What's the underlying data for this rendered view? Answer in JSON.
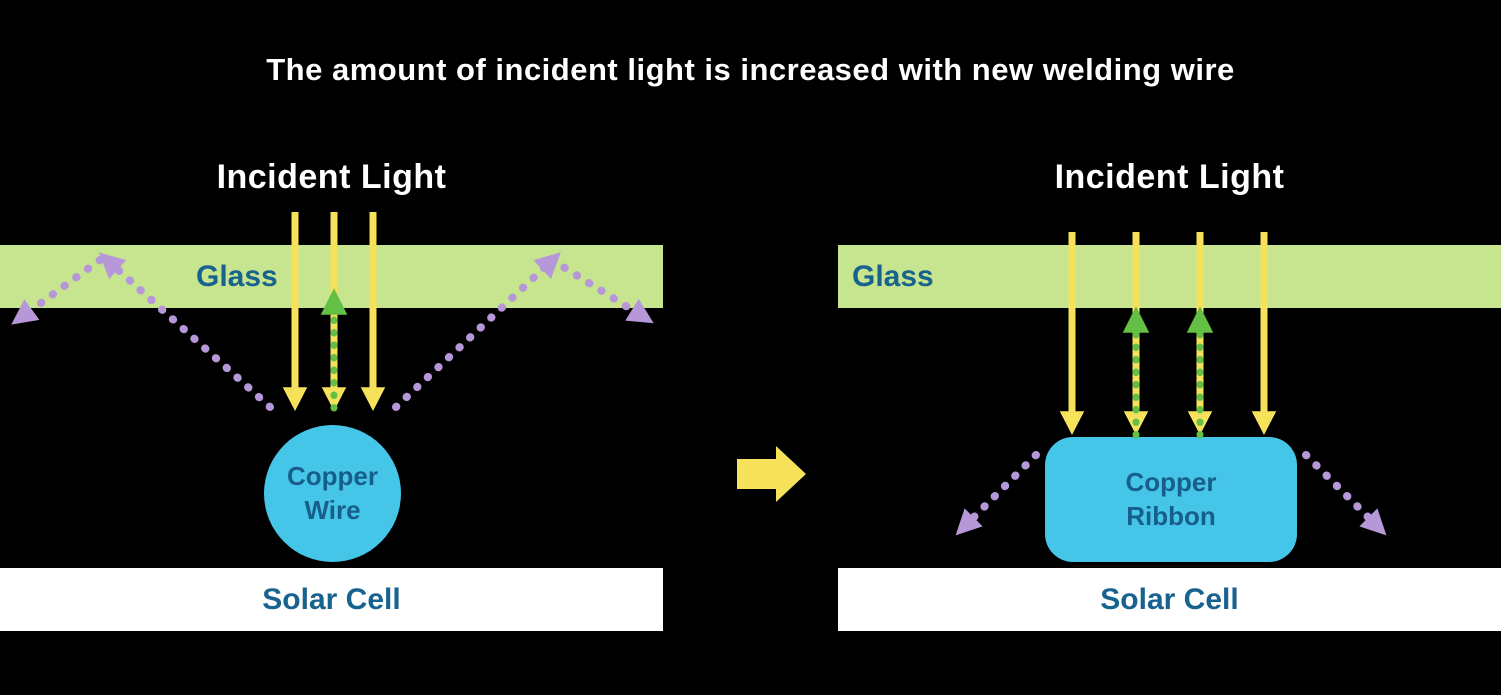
{
  "title": "The amount of incident light is increased with new welding wire",
  "left_panel": {
    "heading": "Incident Light",
    "glass_label": "Glass",
    "component_label_line1": "Copper",
    "component_label_line2": "Wire",
    "solar_label": "Solar Cell"
  },
  "right_panel": {
    "heading": "Incident Light",
    "glass_label": "Glass",
    "component_label_line1": "Copper",
    "component_label_line2": "Ribbon",
    "solar_label": "Solar Cell"
  },
  "colors": {
    "background": "#000000",
    "title_text": "#ffffff",
    "glass_fill": "#c7e58f",
    "label_blue": "#17628f",
    "incident_yellow": "#f6e15a",
    "reflected_green": "#63c045",
    "scattered_purple": "#b697d8",
    "copper_cyan": "#45c6e9",
    "solar_fill": "#ffffff"
  }
}
